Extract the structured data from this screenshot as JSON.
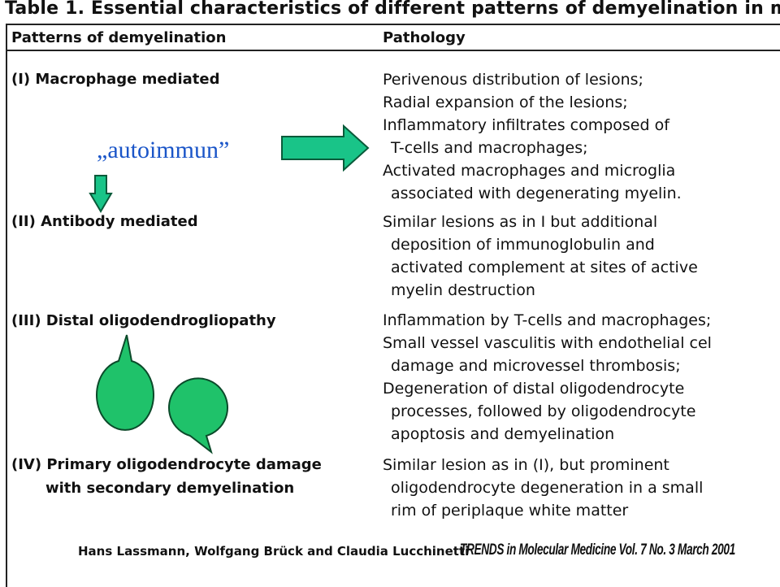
{
  "table": {
    "title": "Table 1. Essential characteristics of different patterns of demyelination in m",
    "headers": {
      "patterns": "Patterns of demyelination",
      "pathology": "Pathology"
    },
    "rows": [
      {
        "pattern": [
          "(I) Macrophage mediated"
        ],
        "pathology": [
          "Perivenous distribution of lesions;",
          "Radial expansion of the lesions;",
          "Inflammatory infiltrates composed of",
          "T-cells and macrophages;",
          "Activated macrophages and microglia",
          "associated with degenerating myelin."
        ]
      },
      {
        "pattern": [
          "(II) Antibody mediated"
        ],
        "pathology": [
          "Similar lesions as in I but additional",
          "deposition of immunoglobulin and",
          "activated complement at sites of active",
          "myelin destruction"
        ]
      },
      {
        "pattern": [
          "(III) Distal oligodendrogliopathy"
        ],
        "pathology": [
          "Inflammation by T-cells and macrophages;",
          "Small vessel vasculitis with endothelial cel",
          "damage and microvessel thrombosis;",
          "Degeneration of distal oligodendrocyte",
          "processes, followed by oligodendrocyte",
          "apoptosis and demyelination"
        ]
      },
      {
        "pattern": [
          "(IV) Primary oligodendrocyte damage",
          "with secondary demyelination"
        ],
        "pathology": [
          "Similar lesion as in (I), but prominent",
          "oligodendrocyte degeneration in a small",
          "rim of periplaque white matter"
        ]
      }
    ]
  },
  "annotation": {
    "label": "„autoimmun”"
  },
  "credits": {
    "authors": "Hans Lassmann, Wolfgang Brück and Claudia Lucchinetti",
    "journal": "TRENDS in Molecular Medicine  Vol. 7 No. 3 March 2001"
  },
  "colors": {
    "arrow_fill": "#19c488",
    "arrow_stroke": "#0a5a3a",
    "annotation_text": "#1a55c8",
    "bubble_fill": "#1fc26a"
  }
}
